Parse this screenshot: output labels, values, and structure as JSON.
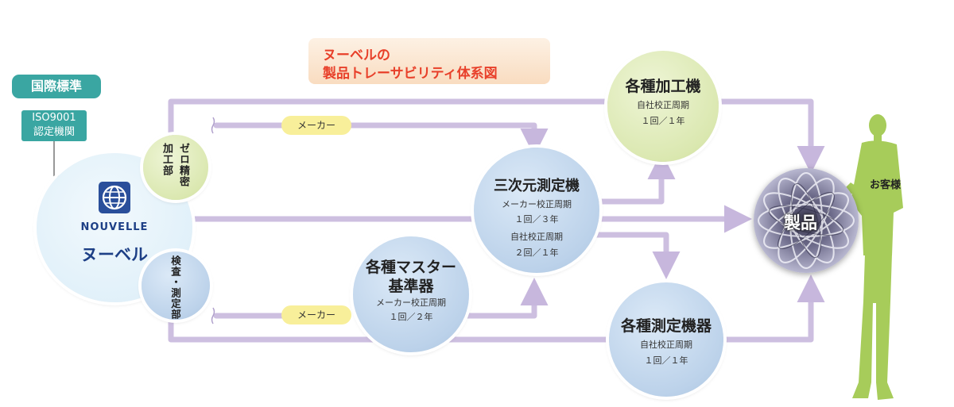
{
  "title": {
    "line1": "ヌーベルの",
    "line2": "製品トレーサビリティ体系図"
  },
  "standard": {
    "label": "国際標準",
    "iso_line1": "ISO9001",
    "iso_line2": "認定機関"
  },
  "company": {
    "logo_text": "NOUVELLE",
    "name": "ヌーベル"
  },
  "departments": {
    "zero_precision": [
      "ゼロ精密",
      "加工部"
    ],
    "inspection": [
      "検査・測定部"
    ]
  },
  "maker_label": "メーカー",
  "cmm": {
    "title": "三次元測定機",
    "line1": "メーカー校正周期",
    "line2": "１回／３年",
    "line3": "自社校正周期",
    "line4": "２回／１年"
  },
  "master": {
    "title_line1": "各種マスター",
    "title_line2": "基準器",
    "line1": "メーカー校正周期",
    "line2": "１回／２年"
  },
  "machining": {
    "title": "各種加工機",
    "line1": "自社校正周期",
    "line2": "１回／１年"
  },
  "measuring": {
    "title": "各種測定機器",
    "line1": "自社校正周期",
    "line2": "１回／１年"
  },
  "product_label": "製品",
  "customer_label": "お客様",
  "colors": {
    "line": "#cdbfe0",
    "teal": "#3aa6a2",
    "title_red": "#e8402a",
    "pill": "#f8ef9a",
    "blue_circle": "#bcd2ea",
    "green_circle": "#dbe8b1",
    "customer": "#a7cc5a"
  }
}
